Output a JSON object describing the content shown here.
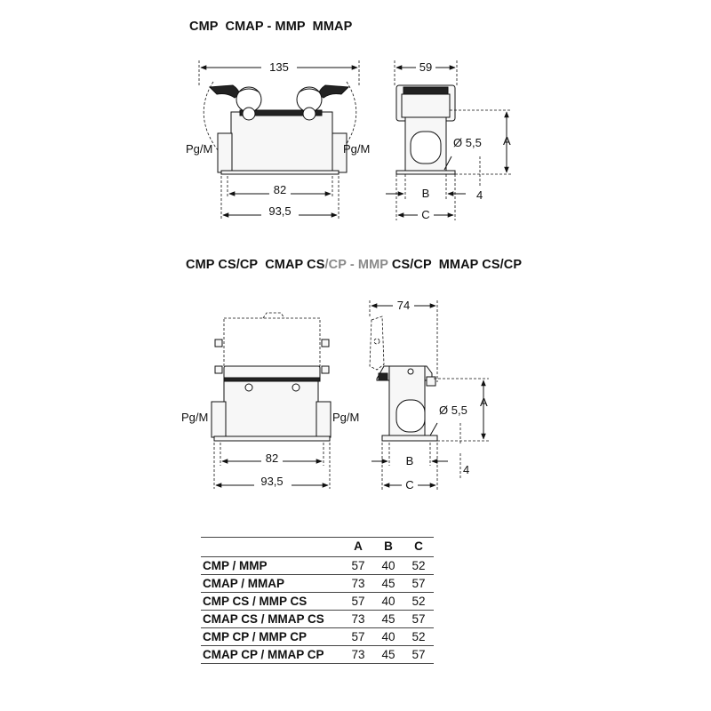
{
  "titles": {
    "top": "CMP  CMAP - MMP  MMAP",
    "mid_parts": [
      "CMP CS/CP  CMAP CS",
      "/CP",
      " - MMP",
      " CS/CP  MMAP CS/CP"
    ]
  },
  "top_front": {
    "overall_width": "135",
    "inner_width": "82",
    "base_width": "93,5",
    "left_label": "Pg/M",
    "right_label": "Pg/M"
  },
  "top_side": {
    "width": "59",
    "hole": "Ø 5,5",
    "A": "A",
    "B": "B",
    "C": "C",
    "foot": "4"
  },
  "mid_front": {
    "inner_width": "82",
    "base_width": "93,5",
    "left_label": "Pg/M",
    "right_label": "Pg/M"
  },
  "mid_side": {
    "width": "74",
    "hole": "Ø 5,5",
    "A": "A",
    "B": "B",
    "C": "C",
    "foot": "4"
  },
  "table": {
    "headers": [
      "",
      "A",
      "B",
      "C"
    ],
    "rows": [
      {
        "name": "CMP / MMP",
        "A": "57",
        "B": "40",
        "C": "52"
      },
      {
        "name": "CMAP / MMAP",
        "A": "73",
        "B": "45",
        "C": "57"
      },
      {
        "name": "CMP CS / MMP CS",
        "A": "57",
        "B": "40",
        "C": "52"
      },
      {
        "name": "CMAP CS / MMAP CS",
        "A": "73",
        "B": "45",
        "C": "57"
      },
      {
        "name": "CMP CP / MMP CP",
        "A": "57",
        "B": "40",
        "C": "52"
      },
      {
        "name": "CMAP CP / MMAP CP",
        "A": "73",
        "B": "45",
        "C": "57"
      }
    ]
  }
}
